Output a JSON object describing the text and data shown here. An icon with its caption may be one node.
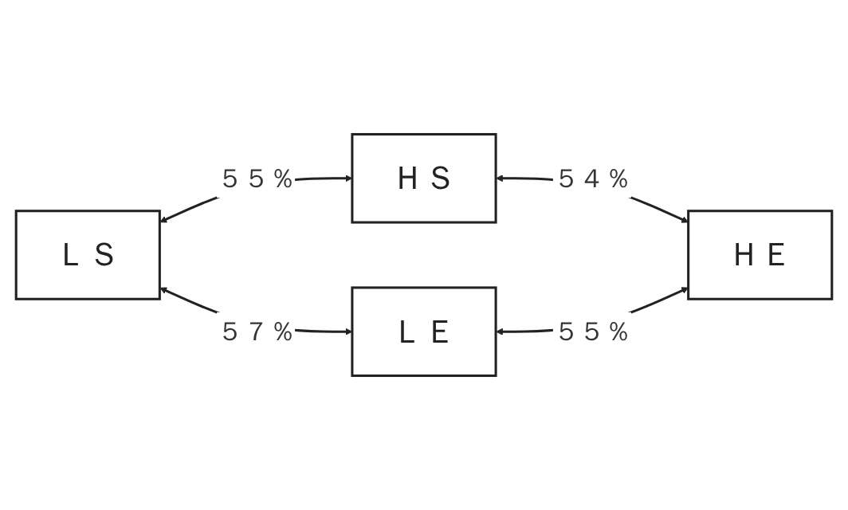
{
  "diagram": {
    "nodes": [
      {
        "text": [
          "ＬＳ"
        ]
      },
      {
        "text": [
          "ＨＳ"
        ]
      },
      {
        "text": [
          "ＬＥ"
        ]
      },
      {
        "text": [
          "ＨＥ"
        ]
      }
    ],
    "edges": [
      {
        "from": 0,
        "to": 1,
        "arrow": "both",
        "label": "５５％"
      },
      {
        "from": 0,
        "to": 2,
        "arrow": "both",
        "label": "５７％"
      },
      {
        "from": 1,
        "to": 3,
        "arrow": "both",
        "label": "５４％"
      },
      {
        "from": 2,
        "to": 3,
        "arrow": "both",
        "label": "５５％"
      }
    ]
  }
}
